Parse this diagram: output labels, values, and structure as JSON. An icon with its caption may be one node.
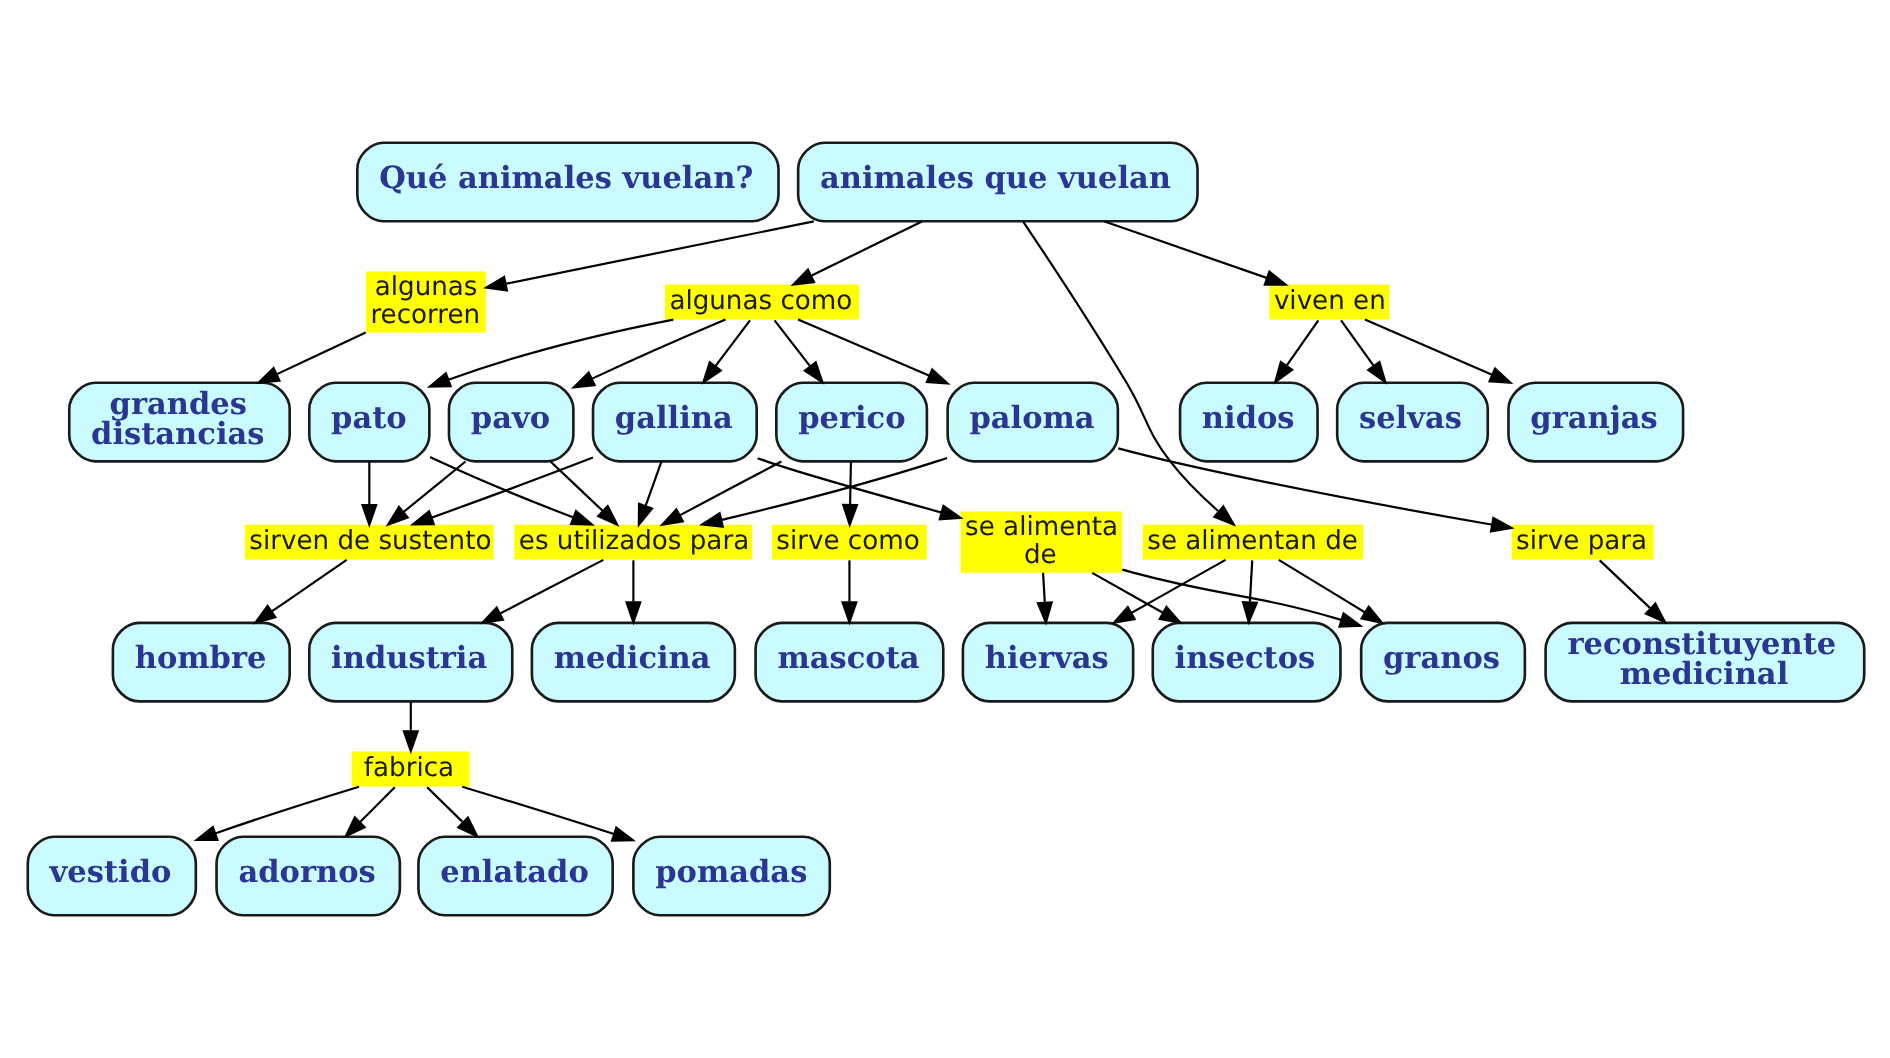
{
  "diagram": {
    "nodes": [
      {
        "text": [
          "Qué animales vuelan?"
        ]
      },
      {
        "text": [
          "animales que vuelan"
        ]
      },
      {
        "text": [
          "algunas recorren"
        ]
      },
      {
        "text": [
          "algunas como"
        ]
      },
      {
        "text": [
          "grandes distancias"
        ]
      },
      {
        "text": [
          "se alimentan de"
        ]
      },
      {
        "text": [
          "viven en"
        ]
      },
      {
        "text": [
          "paloma"
        ]
      },
      {
        "text": [
          "gallina"
        ]
      },
      {
        "text": [
          "pavo"
        ]
      },
      {
        "text": [
          "perico"
        ]
      },
      {
        "text": [
          "sirven de sustento"
        ]
      },
      {
        "text": [
          "insectos"
        ]
      },
      {
        "text": [
          "granos"
        ]
      },
      {
        "text": [
          "se alimenta de"
        ]
      },
      {
        "text": [
          "hiervas"
        ]
      },
      {
        "text": [
          "hombre"
        ]
      },
      {
        "text": [
          "es utilizados para"
        ]
      },
      {
        "text": [
          "pato"
        ]
      },
      {
        "text": [
          "sirve como"
        ]
      },
      {
        "text": [
          "nidos"
        ]
      },
      {
        "text": [
          "selvas"
        ]
      },
      {
        "text": [
          "industria"
        ]
      },
      {
        "text": [
          "medicina"
        ]
      },
      {
        "text": [
          "sirve para"
        ]
      },
      {
        "text": [
          "granjas"
        ]
      },
      {
        "text": [
          "mascota"
        ]
      },
      {
        "text": [
          "fabrica"
        ]
      },
      {
        "text": [
          "vestido"
        ]
      },
      {
        "text": [
          "adornos"
        ]
      },
      {
        "text": [
          "reconstituyente medicinal"
        ]
      },
      {
        "text": [
          "enlatado"
        ]
      },
      {
        "text": [
          "pomadas"
        ]
      }
    ],
    "edges": [
      {
        "from": 1,
        "to": 2,
        "arrow": "to"
      },
      {
        "from": 2,
        "to": 4,
        "arrow": "to"
      },
      {
        "from": 1,
        "to": 5,
        "arrow": "to"
      },
      {
        "from": 1,
        "to": 6,
        "arrow": "to"
      },
      {
        "from": 1,
        "to": 3,
        "arrow": "to"
      },
      {
        "from": 3,
        "to": 7,
        "arrow": "to"
      },
      {
        "from": 3,
        "to": 9,
        "arrow": "to"
      },
      {
        "from": 3,
        "to": 10,
        "arrow": "to"
      },
      {
        "from": 3,
        "to": 8,
        "arrow": "to"
      },
      {
        "from": 3,
        "to": 18,
        "arrow": "to"
      },
      {
        "from": 5,
        "to": 13,
        "arrow": "to"
      },
      {
        "from": 5,
        "to": 15,
        "arrow": "to"
      },
      {
        "from": 5,
        "to": 12,
        "arrow": "to"
      },
      {
        "from": 6,
        "to": 20,
        "arrow": "to"
      },
      {
        "from": 6,
        "to": 25,
        "arrow": "to"
      },
      {
        "from": 6,
        "to": 21,
        "arrow": "to"
      },
      {
        "from": 7,
        "to": 17,
        "arrow": "to"
      },
      {
        "from": 7,
        "to": 24,
        "arrow": "to"
      },
      {
        "from": 10,
        "to": 17,
        "arrow": "to"
      },
      {
        "from": 10,
        "to": 19,
        "arrow": "to"
      },
      {
        "from": 9,
        "to": 17,
        "arrow": "to"
      },
      {
        "from": 9,
        "to": 11,
        "arrow": "to"
      },
      {
        "from": 8,
        "to": 14,
        "arrow": "to"
      },
      {
        "from": 8,
        "to": 17,
        "arrow": "to"
      },
      {
        "from": 8,
        "to": 11,
        "arrow": "to"
      },
      {
        "from": 18,
        "to": 17,
        "arrow": "to"
      },
      {
        "from": 18,
        "to": 11,
        "arrow": "to"
      },
      {
        "from": 11,
        "to": 16,
        "arrow": "to"
      },
      {
        "from": 14,
        "to": 13,
        "arrow": "to"
      },
      {
        "from": 14,
        "to": 15,
        "arrow": "to"
      },
      {
        "from": 14,
        "to": 12,
        "arrow": "to"
      },
      {
        "from": 19,
        "to": 26,
        "arrow": "to"
      },
      {
        "from": 17,
        "to": 22,
        "arrow": "to"
      },
      {
        "from": 17,
        "to": 23,
        "arrow": "to"
      },
      {
        "from": 22,
        "to": 27,
        "arrow": "to"
      },
      {
        "from": 27,
        "to": 28,
        "arrow": "to"
      },
      {
        "from": 27,
        "to": 29,
        "arrow": "to"
      },
      {
        "from": 27,
        "to": 31,
        "arrow": "to"
      },
      {
        "from": 27,
        "to": 32,
        "arrow": "to"
      },
      {
        "from": 24,
        "to": 30,
        "arrow": "to"
      }
    ]
  }
}
